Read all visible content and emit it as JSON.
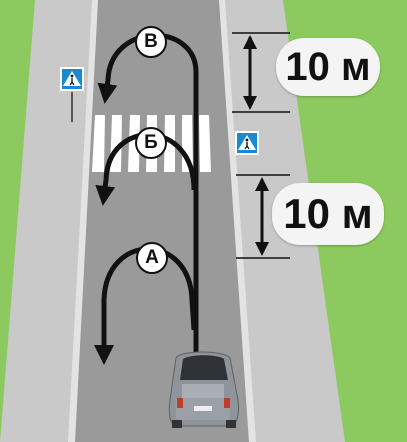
{
  "distance_top": "10 м",
  "distance_bottom": "10 м",
  "turn_labels": {
    "v": "В",
    "b": "Б",
    "a": "А"
  },
  "signs": [
    "pedestrian-crossing-sign",
    "pedestrian-crossing-sign"
  ],
  "colors": {
    "grass": "#8cc95e",
    "sidewalk": "#c9c9c9",
    "road": "#9a9a9a",
    "curb": "#e3e3e3",
    "crossing_stripe": "#ffffff",
    "arrow": "#111111",
    "sign_blue": "#1a8ad0"
  }
}
